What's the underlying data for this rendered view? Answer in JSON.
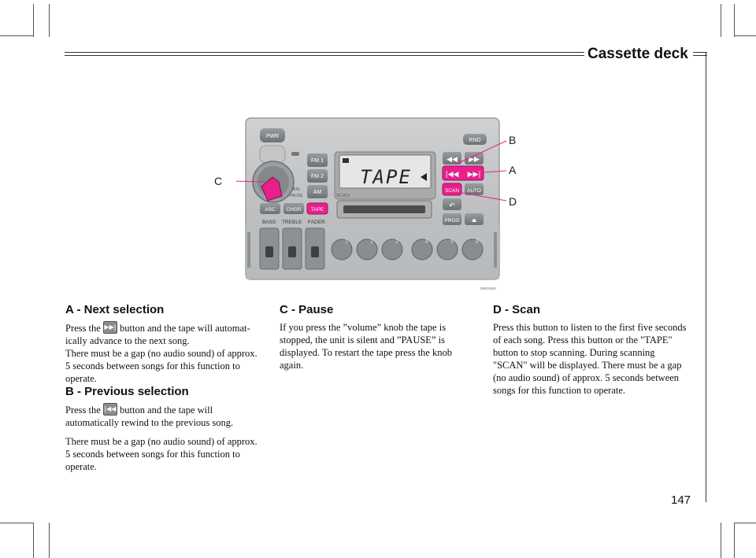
{
  "header": {
    "title": "Cassette deck"
  },
  "page_number": "147",
  "figure": {
    "callouts": [
      "A",
      "B",
      "C",
      "D"
    ],
    "radio_labels": {
      "pwr": "PWR",
      "rnd": "RND",
      "fm1": "FM 1",
      "fm2": "FM 2",
      "am": "AM",
      "display": "TAPE",
      "scan": "SCAN",
      "auto": "AUTO",
      "prog": "PROG",
      "asc": "ASC",
      "chgr": "CHGR",
      "tape": "TAPE",
      "bass": "BASS",
      "treble": "TREBLE",
      "fader": "FADER",
      "presets": [
        "1",
        "2",
        "3",
        "4",
        "5",
        "6"
      ],
      "model": "SC-813",
      "ref": "3901150A"
    }
  },
  "sections": {
    "a": {
      "title": "A - Next selection",
      "text_before": "Press the",
      "text_after": "button and the tape will automat-ically advance to the next song.",
      "text2": "There must be a gap (no audio sound) of approx. 5 seconds between songs for this function to operate."
    },
    "b": {
      "title": "B - Previous selection",
      "text_before": "Press the",
      "text_after": "button and the tape will automatically rewind to the previous song.",
      "text2": "There must be a gap (no audio sound) of approx. 5 seconds between songs for this function to operate."
    },
    "c": {
      "title": "C - Pause",
      "text": "If you press the ”volume” knob the tape is stopped, the unit is silent and ”PAUSE” is displayed. To restart the tape press the knob again."
    },
    "d": {
      "title": "D - Scan",
      "text": "Press this button to listen to the first five seconds of each song. Press this button or the \"TAPE\" button to stop scanning. During scanning \"SCAN\" will be displayed. There must be a gap (no audio sound) of approx. 5 seconds between songs for this function to operate."
    }
  },
  "colors": {
    "highlight": "#e8208c",
    "radio_body": "#bfc1c3",
    "radio_dark": "#8c8f92"
  },
  "icons": {
    "next": "next-track-icon",
    "prev": "previous-track-icon"
  }
}
